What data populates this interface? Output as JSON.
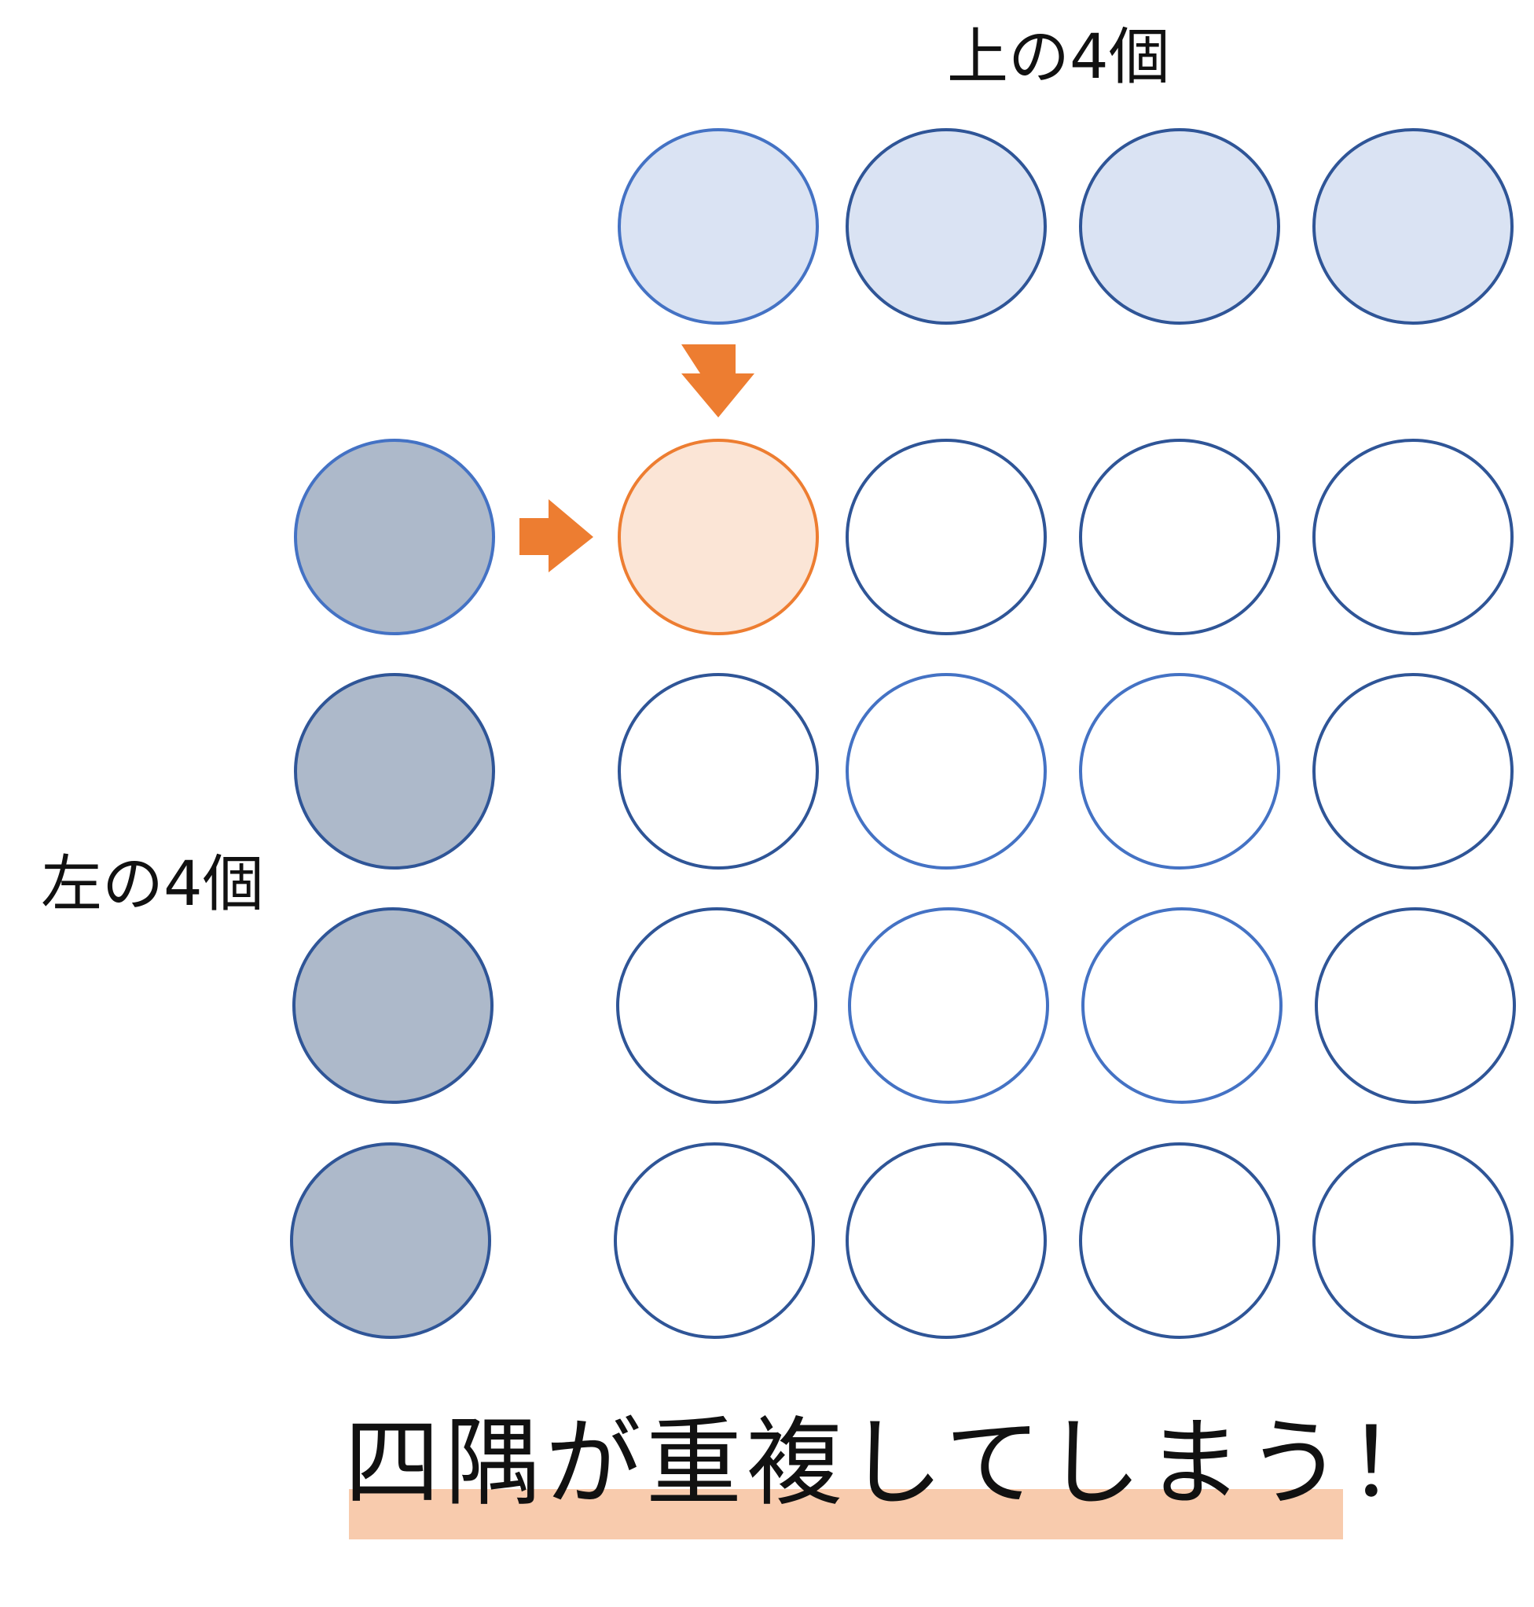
{
  "labels": {
    "top": "上の4個",
    "left": "左の4個",
    "conclusion": "四隅が重複してしまう！"
  },
  "colors": {
    "top_fill": "#DAE3F3",
    "left_fill": "#ADB9CA",
    "highlight_cell_fill": "#FBE5D6",
    "accent_orange": "#ED7D31",
    "stroke_dark": "#2F5597",
    "stroke_light": "#4472C4",
    "underline": "#F8CBAD"
  }
}
